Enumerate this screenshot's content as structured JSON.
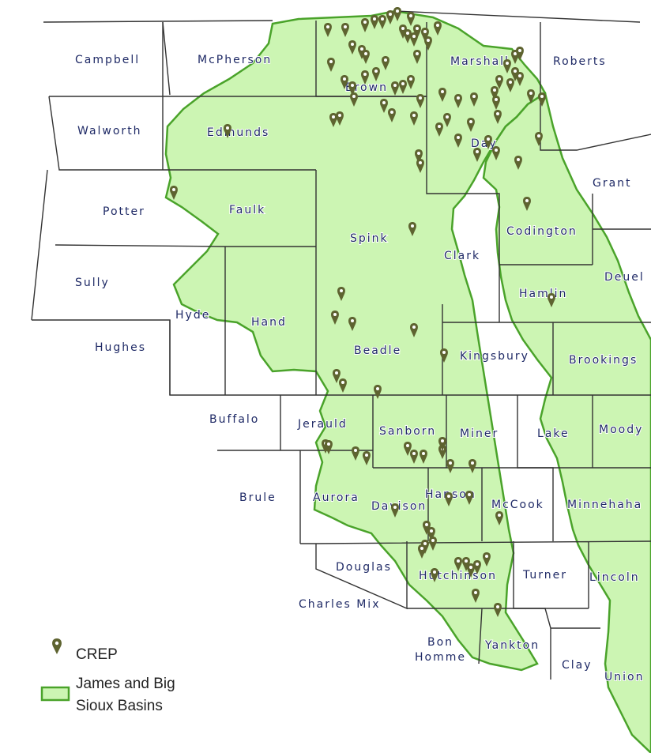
{
  "counties": [
    {
      "name": "Campbell"
    },
    {
      "name": "McPherson"
    },
    {
      "name": "Marshall"
    },
    {
      "name": "Roberts"
    },
    {
      "name": "Walworth"
    },
    {
      "name": "Edmunds"
    },
    {
      "name": "Brown"
    },
    {
      "name": "Day"
    },
    {
      "name": "Grant"
    },
    {
      "name": "Potter"
    },
    {
      "name": "Faulk"
    },
    {
      "name": "Spink"
    },
    {
      "name": "Codington"
    },
    {
      "name": "Sully"
    },
    {
      "name": "Clark"
    },
    {
      "name": "Deuel"
    },
    {
      "name": "Hamlin"
    },
    {
      "name": "Hyde"
    },
    {
      "name": "Hand"
    },
    {
      "name": "Hughes"
    },
    {
      "name": "Beadle"
    },
    {
      "name": "Kingsbury"
    },
    {
      "name": "Brookings"
    },
    {
      "name": "Buffalo"
    },
    {
      "name": "Jerauld"
    },
    {
      "name": "Sanborn"
    },
    {
      "name": "Miner"
    },
    {
      "name": "Lake"
    },
    {
      "name": "Moody"
    },
    {
      "name": "Brule"
    },
    {
      "name": "Aurora"
    },
    {
      "name": "Davison"
    },
    {
      "name": "Hanson"
    },
    {
      "name": "McCook"
    },
    {
      "name": "Minnehaha"
    },
    {
      "name": "Douglas"
    },
    {
      "name": "Hutchinson"
    },
    {
      "name": "Turner"
    },
    {
      "name": "Lincoln"
    },
    {
      "name": "Charles Mix"
    },
    {
      "name": "Bon"
    },
    {
      "name": "Homme"
    },
    {
      "name": "Yankton"
    },
    {
      "name": "Clay"
    },
    {
      "name": "Union"
    }
  ],
  "legend": {
    "crep_label": "CREP",
    "basin_label_line1": "James and Big",
    "basin_label_line2": "Sioux Basins"
  },
  "colors": {
    "basin_fill": "#ccf5b3",
    "basin_stroke": "#4aa32a",
    "county_line": "#333333",
    "marker": "#5e6330",
    "label": "#1f2a66"
  }
}
